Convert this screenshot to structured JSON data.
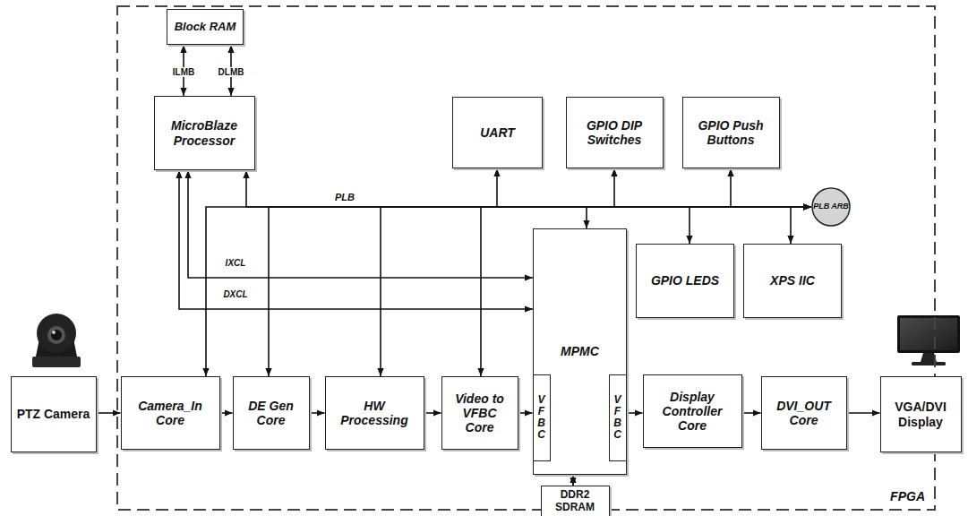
{
  "diagram": {
    "nodes": [
      {
        "text": [
          "FPGA"
        ]
      },
      {
        "text": [
          "Block RAM"
        ],
        "in": 0
      },
      {
        "text": [
          "MicroBlaze Processor"
        ],
        "in": 0
      },
      {
        "text": [
          "UART"
        ],
        "in": 0
      },
      {
        "text": [
          "GPIO DIP Switches"
        ],
        "in": 0
      },
      {
        "text": [
          "GPIO Push Buttons"
        ],
        "in": 0
      },
      {
        "text": [
          "PLB ARB"
        ],
        "in": 0
      },
      {
        "text": [
          "MPMC"
        ],
        "in": 0
      },
      {
        "text": [
          "VFBC"
        ],
        "in": 7
      },
      {
        "text": [
          "VFBC"
        ],
        "in": 7
      },
      {
        "text": [
          "GPIO LEDS"
        ],
        "in": 0
      },
      {
        "text": [
          "XPS IIC"
        ],
        "in": 0
      },
      {
        "text": [
          "PTZ Camera"
        ]
      },
      {
        "text": [
          "Camera_In Core"
        ],
        "in": 0
      },
      {
        "text": [
          "DE Gen Core"
        ],
        "in": 0
      },
      {
        "text": [
          "HW Processing"
        ],
        "in": 0
      },
      {
        "text": [
          "Video to VFBC Core"
        ],
        "in": 0
      },
      {
        "text": [
          "Display Controller Core"
        ],
        "in": 0
      },
      {
        "text": [
          "DVI_OUT Core"
        ],
        "in": 0
      },
      {
        "text": [
          "VGA/DVI Display"
        ]
      },
      {
        "text": [
          "DDR2 SDRAM"
        ]
      }
    ],
    "edges": [
      {
        "from": 2,
        "to": 1,
        "arrow": "both",
        "label": "ILMB"
      },
      {
        "from": 2,
        "to": 1,
        "arrow": "both",
        "label": "DLMB"
      },
      {
        "from": 2,
        "to": 6,
        "arrow": "both"
      },
      {
        "from": 3,
        "to": 6,
        "arrow": "both"
      },
      {
        "from": 4,
        "to": 6,
        "arrow": "both"
      },
      {
        "from": 5,
        "to": 6,
        "arrow": "both"
      },
      {
        "from": 13,
        "to": 6,
        "arrow": "both"
      },
      {
        "from": 14,
        "to": 6,
        "arrow": "both"
      },
      {
        "from": 15,
        "to": 6,
        "arrow": "both"
      },
      {
        "from": 16,
        "to": 6,
        "arrow": "both"
      },
      {
        "from": 7,
        "to": 6,
        "arrow": "both"
      },
      {
        "from": 10,
        "to": 6,
        "arrow": "both"
      },
      {
        "from": 11,
        "to": 6,
        "arrow": "both"
      },
      {
        "from": 2,
        "to": 7,
        "arrow": "both",
        "label": "IXCL"
      },
      {
        "from": 2,
        "to": 7,
        "arrow": "both",
        "label": "DXCL"
      },
      {
        "from": 12,
        "to": 13,
        "arrow": "to"
      },
      {
        "from": 13,
        "to": 14,
        "arrow": "to"
      },
      {
        "from": 14,
        "to": 15,
        "arrow": "to"
      },
      {
        "from": 15,
        "to": 16,
        "arrow": "to"
      },
      {
        "from": 16,
        "to": 8,
        "arrow": "to"
      },
      {
        "from": 9,
        "to": 17,
        "arrow": "to"
      },
      {
        "from": 17,
        "to": 18,
        "arrow": "to"
      },
      {
        "from": 18,
        "to": 19,
        "arrow": "to"
      },
      {
        "from": 7,
        "to": 20,
        "arrow": "both"
      }
    ],
    "labels": [
      "PLB"
    ]
  }
}
